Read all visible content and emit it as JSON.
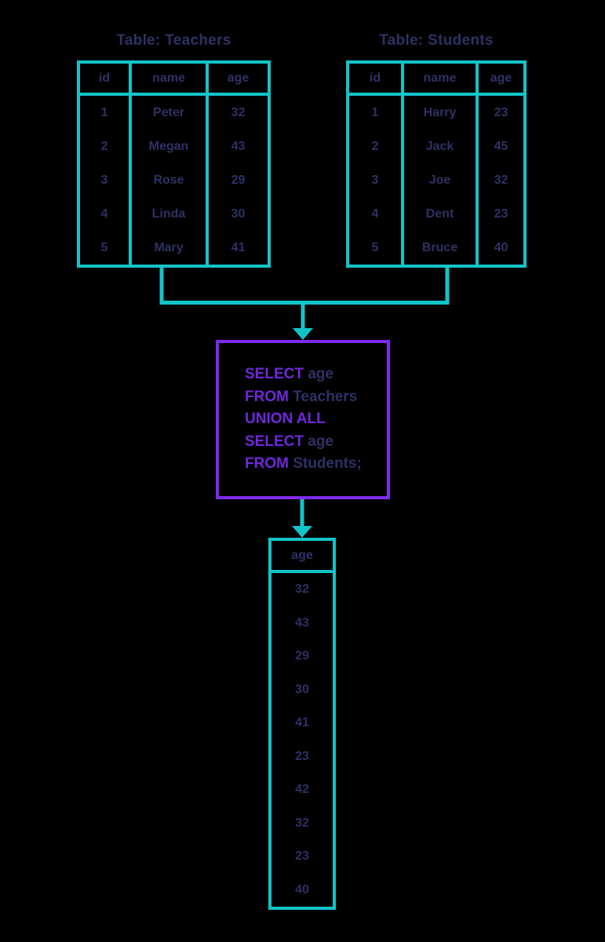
{
  "colors": {
    "teal": "#12c4c8",
    "purple": "#7d2beb",
    "keyword": "#6f28d8",
    "navy": "#2e3163",
    "background": "#000000"
  },
  "teachers": {
    "title": "Table: Teachers",
    "headers": [
      "id",
      "name",
      "age"
    ],
    "rows": [
      [
        "1",
        "Peter",
        "32"
      ],
      [
        "2",
        "Megan",
        "43"
      ],
      [
        "3",
        "Rose",
        "29"
      ],
      [
        "4",
        "Linda",
        "30"
      ],
      [
        "5",
        "Mary",
        "41"
      ]
    ]
  },
  "students": {
    "title": "Table: Students",
    "headers": [
      "id",
      "name",
      "age"
    ],
    "rows": [
      [
        "1",
        "Harry",
        "23"
      ],
      [
        "2",
        "Jack",
        "45"
      ],
      [
        "3",
        "Joe",
        "32"
      ],
      [
        "4",
        "Dent",
        "23"
      ],
      [
        "5",
        "Bruce",
        "40"
      ]
    ]
  },
  "sql": {
    "lines": [
      {
        "kw": "SELECT",
        "rest": " age"
      },
      {
        "kw": "FROM",
        "rest": " Teachers"
      },
      {
        "kw": "UNION ALL",
        "rest": ""
      },
      {
        "kw": "SELECT",
        "rest": " age"
      },
      {
        "kw": "FROM",
        "rest": " Students;"
      }
    ]
  },
  "result": {
    "header": "age",
    "values": [
      "32",
      "43",
      "29",
      "30",
      "41",
      "23",
      "42",
      "32",
      "23",
      "40"
    ]
  }
}
